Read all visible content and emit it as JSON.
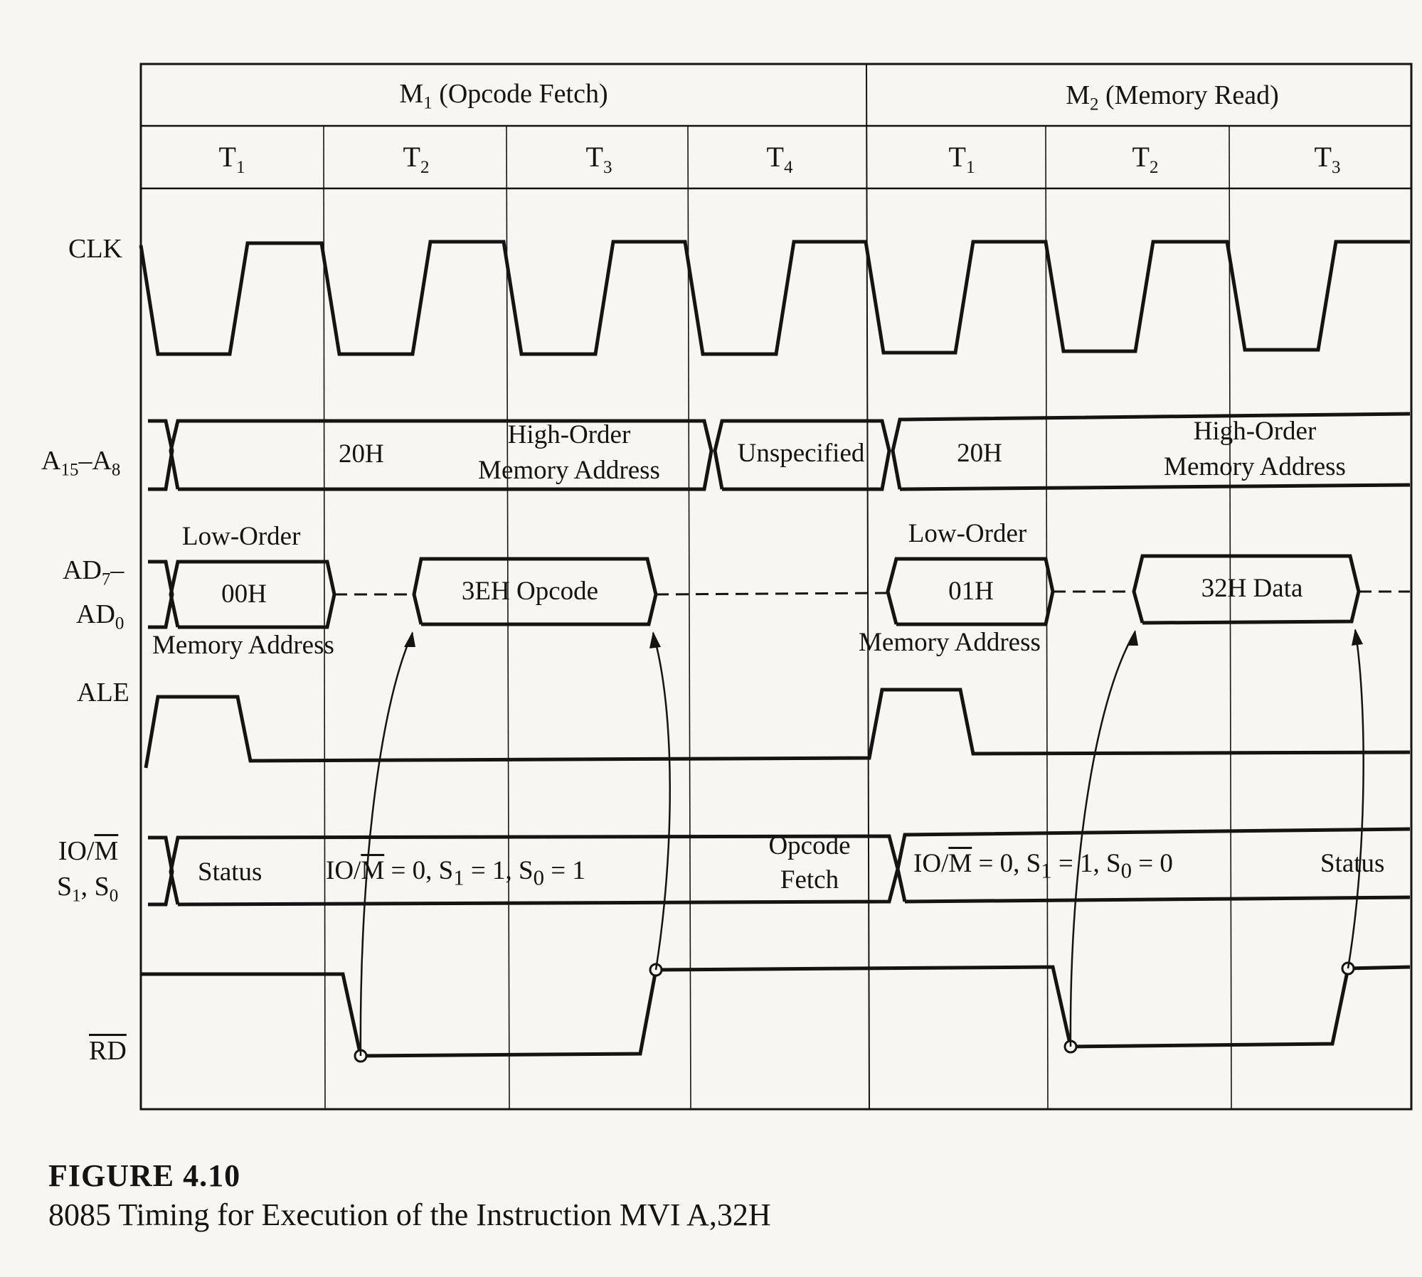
{
  "header": {
    "m1_label": "M",
    "m1_sub": "1",
    "m1_rest": " (Opcode Fetch)",
    "m2_label": "M",
    "m2_sub": "2",
    "m2_rest": " (Memory Read)"
  },
  "t_states": [
    {
      "base": "T",
      "sub": "1"
    },
    {
      "base": "T",
      "sub": "2"
    },
    {
      "base": "T",
      "sub": "3"
    },
    {
      "base": "T",
      "sub": "4"
    },
    {
      "base": "T",
      "sub": "1"
    },
    {
      "base": "T",
      "sub": "2"
    },
    {
      "base": "T",
      "sub": "3"
    }
  ],
  "signals": {
    "clk": "CLK",
    "a15_a8": {
      "a": "A",
      "sub1": "15",
      "dash": "–A",
      "sub2": "8"
    },
    "ad7_ad0": {
      "line1_base": "AD",
      "line1_sub": "7",
      "line1_dash": "–",
      "line2_base": "AD",
      "line2_sub": "0"
    },
    "ale": "ALE",
    "iom_s1_s0": {
      "io": "IO/",
      "m": "M",
      "line2": "S",
      "s1": "1",
      "comma": ", S",
      "s0": "0"
    },
    "rd": "RD"
  },
  "address_bus": {
    "seg1_value": "20H",
    "seg1_label_line1": "High-Order",
    "seg1_label_line2": "Memory Address",
    "t4_label": "Unspecified",
    "seg2_value": "20H",
    "seg2_label_line1": "High-Order",
    "seg2_label_line2": "Memory Address"
  },
  "data_bus": {
    "m1_top_label": "Low-Order",
    "m1_addr_value": "00H",
    "m1_bottom_label": "Memory Address",
    "m1_data": "3EH Opcode",
    "m2_top_label": "Low-Order",
    "m2_addr_value": "01H",
    "m2_bottom_label": "Memory Address",
    "m2_data": "32H Data"
  },
  "status_bus": {
    "status_left": "Status",
    "m1_status": "IO/M = 0, S1 = 1, S0 = 1",
    "m1_parts": {
      "io": "IO/",
      "m": "M",
      "eq1": " = 0, S",
      "s1": "1",
      "eq2": " = 1, S",
      "s0": "0",
      "eq3": " = 1"
    },
    "opcode_fetch_line1": "Opcode",
    "opcode_fetch_line2": "Fetch",
    "m2_status": "IO/M = 0, S1 = 1, S0 = 0",
    "m2_parts": {
      "io": "IO/",
      "m": "M",
      "eq1": " = 0, S",
      "s1": "1",
      "eq2": " = 1, S",
      "s0": "0",
      "eq3": " = 0"
    },
    "status_right": "Status"
  },
  "figure": {
    "title": "FIGURE 4.10",
    "caption": "8085 Timing for Execution of the Instruction MVI A,32H"
  }
}
